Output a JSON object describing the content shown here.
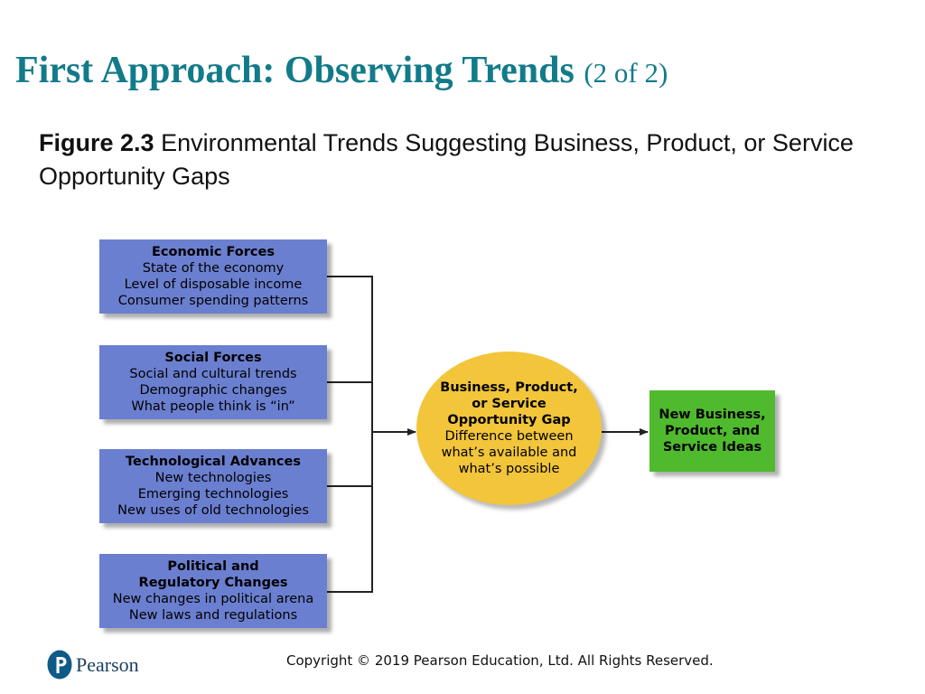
{
  "slide": {
    "title": "First Approach: Observing Trends",
    "title_suffix": "(2 of 2)",
    "figure_label": "Figure 2.3",
    "figure_caption": "Environmental Trends Suggesting Business, Product, or Service Opportunity Gaps"
  },
  "diagram": {
    "forces": [
      {
        "heading": "Economic Forces",
        "items": [
          "State of the economy",
          "Level of disposable income",
          "Consumer spending patterns"
        ]
      },
      {
        "heading": "Social Forces",
        "items": [
          "Social and cultural trends",
          "Demographic changes",
          "What people think is “in”"
        ]
      },
      {
        "heading": "Technological Advances",
        "items": [
          "New technologies",
          "Emerging technologies",
          "New uses of old technologies"
        ]
      },
      {
        "heading": "Political and Regulatory Changes",
        "heading_lines": [
          "Political and",
          "Regulatory Changes"
        ],
        "items": [
          "New changes in political arena",
          "New laws and regulations"
        ]
      }
    ],
    "gap": {
      "heading_lines": [
        "Business, Product,",
        "or Service",
        "Opportunity Gap"
      ],
      "body_lines": [
        "Difference between",
        "what’s available and",
        "what’s possible"
      ]
    },
    "outcome": "New Business,\nProduct, and\nService Ideas",
    "colors": {
      "forces": "#6b7fd0",
      "gap": "#f2c53a",
      "outcome": "#4fba2d",
      "title": "#127b8a"
    }
  },
  "footer": {
    "brand": "Pearson",
    "copyright": "Copyright © 2019 Pearson Education, Ltd. All Rights Reserved."
  }
}
